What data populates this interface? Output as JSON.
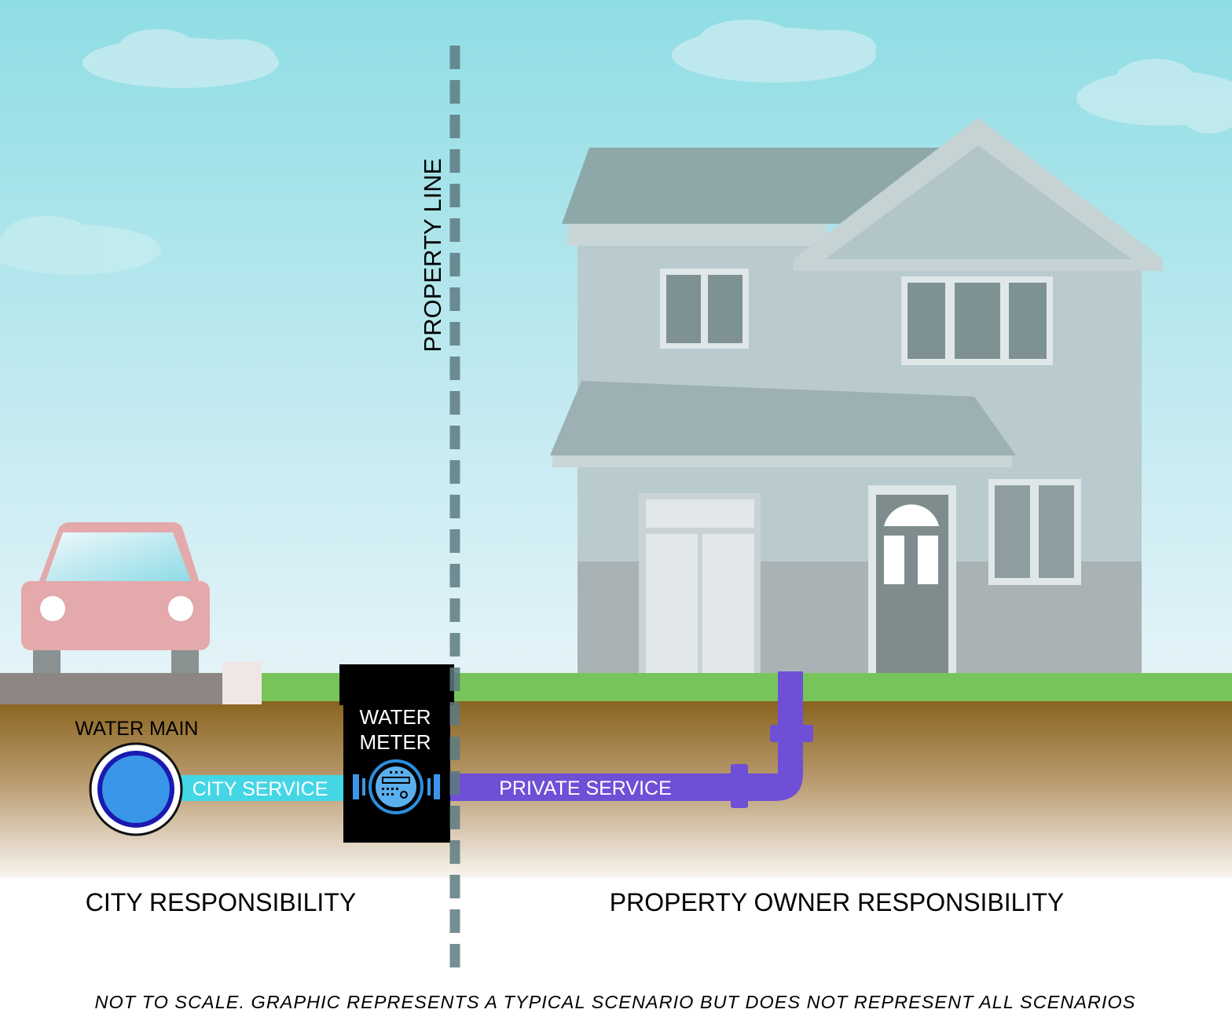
{
  "labels": {
    "property_line": "PROPERTY LINE",
    "water_main": "WATER MAIN",
    "water_meter_line1": "WATER",
    "water_meter_line2": "METER",
    "city_service": "CITY SERVICE",
    "private_service": "PRIVATE SERVICE",
    "city_responsibility": "CITY RESPONSIBILITY",
    "owner_responsibility": "PROPERTY OWNER RESPONSIBILITY",
    "disclaimer": "NOT TO SCALE.  GRAPHIC REPRESENTS A TYPICAL SCENARIO BUT DOES NOT REPRESENT ALL SCENARIOS"
  },
  "colors": {
    "city_service": "#45d6e6",
    "private_service": "#6e4fd6",
    "water_main": "#3a96e8",
    "grass": "#77c55a",
    "meter_box": "#000000"
  }
}
